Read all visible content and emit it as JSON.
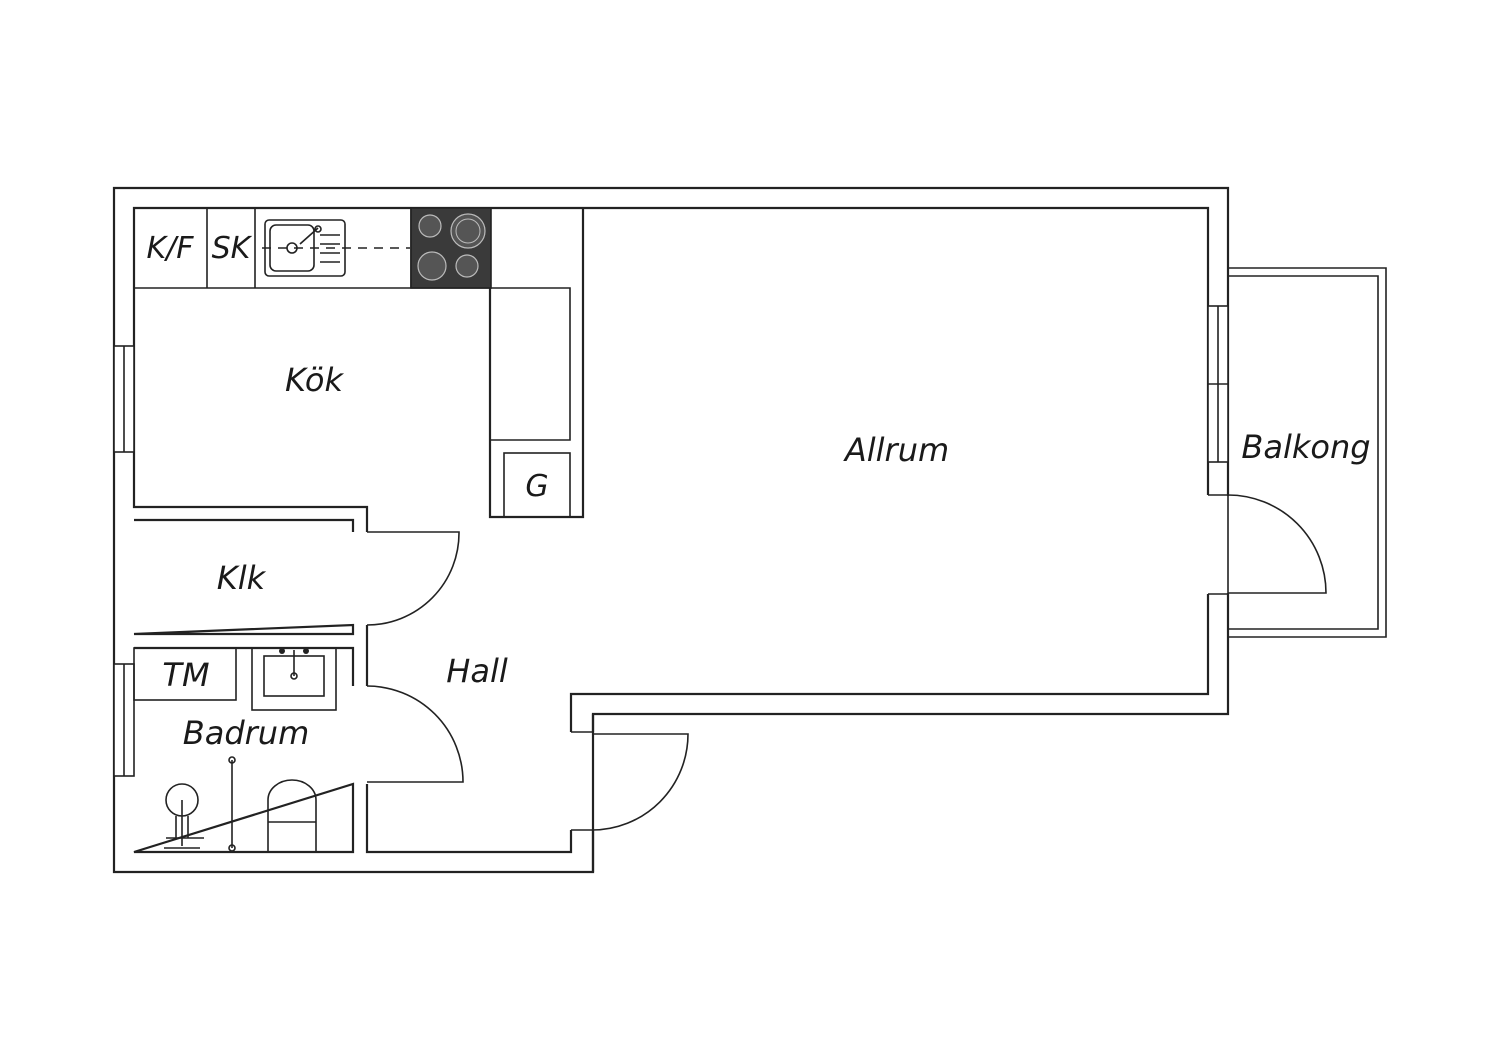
{
  "rooms": {
    "kok": "Kök",
    "allrum": "Allrum",
    "balkong": "Balkong",
    "klk": "Klk",
    "hall": "Hall",
    "badrum": "Badrum"
  },
  "fixtures": {
    "kf": "K/F",
    "sk": "SK",
    "g": "G",
    "tm": "TM"
  },
  "colors": {
    "line": "#222222",
    "stove": "#3a3a3a",
    "background": "#ffffff"
  }
}
